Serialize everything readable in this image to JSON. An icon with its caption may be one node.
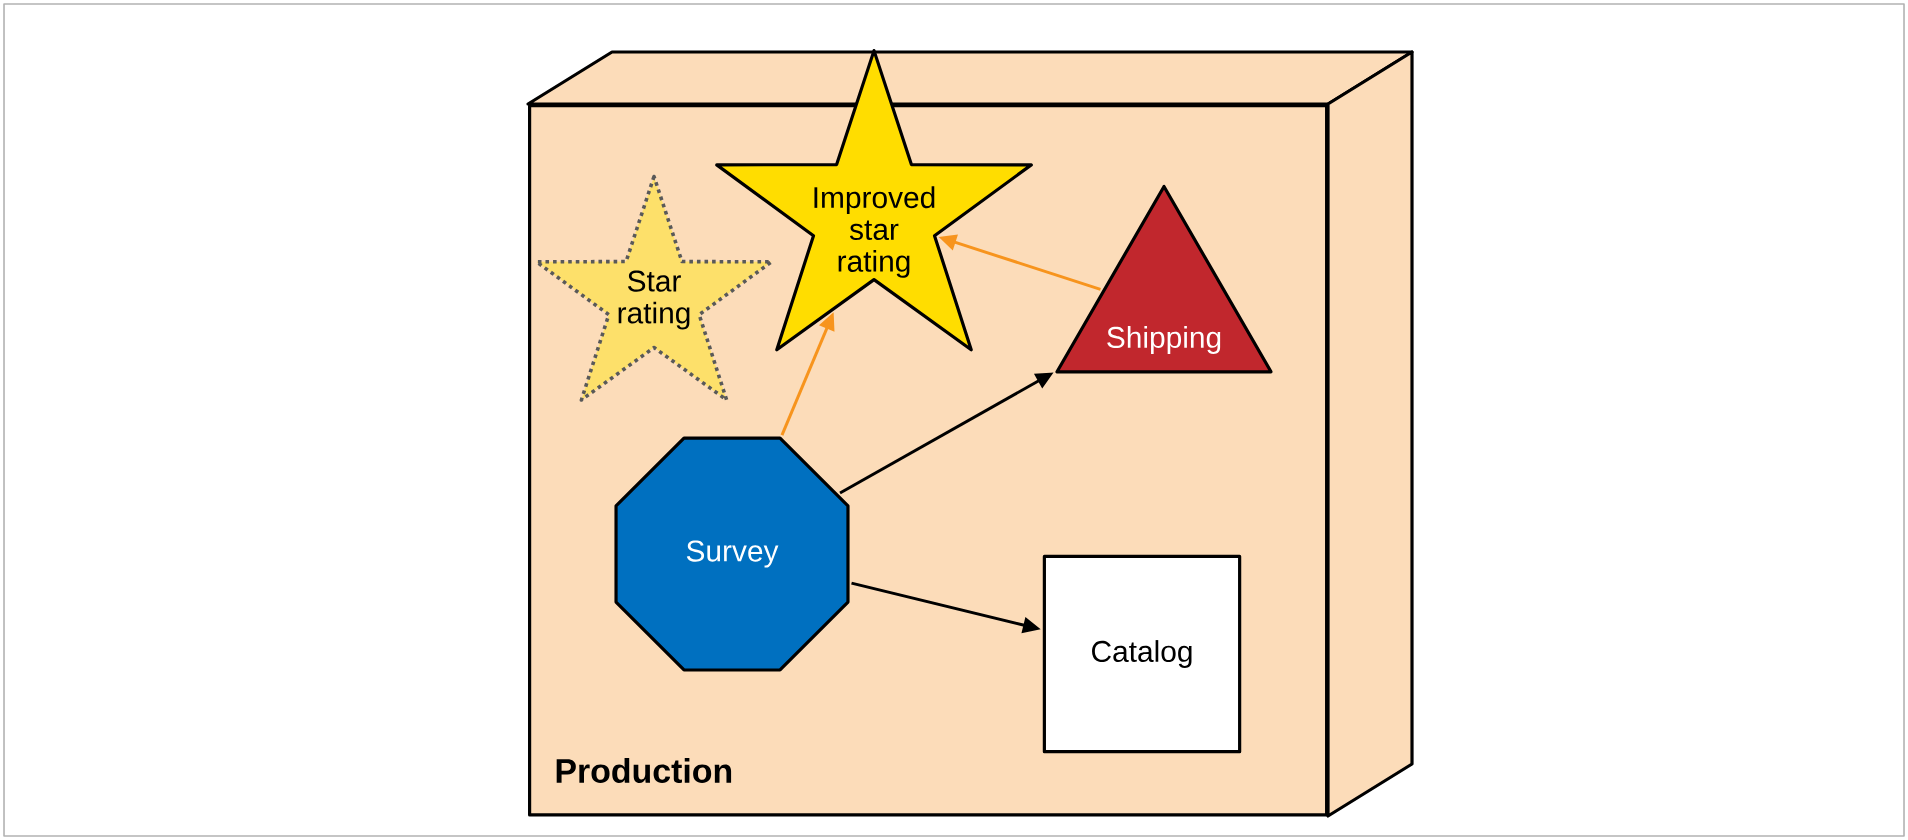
{
  "diagram": {
    "nodes": [
      {
        "text": [
          "Production"
        ]
      },
      {
        "text": [
          "Star rating"
        ],
        "in": 0
      },
      {
        "text": [
          "Improved star rating"
        ]
      },
      {
        "text": [
          "Shipping"
        ],
        "in": 0
      },
      {
        "text": [
          "Survey"
        ],
        "in": 0
      },
      {
        "text": [
          "Catalog"
        ],
        "in": 0
      }
    ],
    "edges": [
      {
        "from": 4,
        "to": 2,
        "arrow": "to",
        "color": "#f7941d"
      },
      {
        "from": 3,
        "to": 2,
        "arrow": "to",
        "color": "#f7941d"
      },
      {
        "from": 4,
        "to": 3,
        "arrow": "to",
        "color": "#000000"
      },
      {
        "from": 4,
        "to": 5,
        "arrow": "to",
        "color": "#000000"
      }
    ]
  }
}
